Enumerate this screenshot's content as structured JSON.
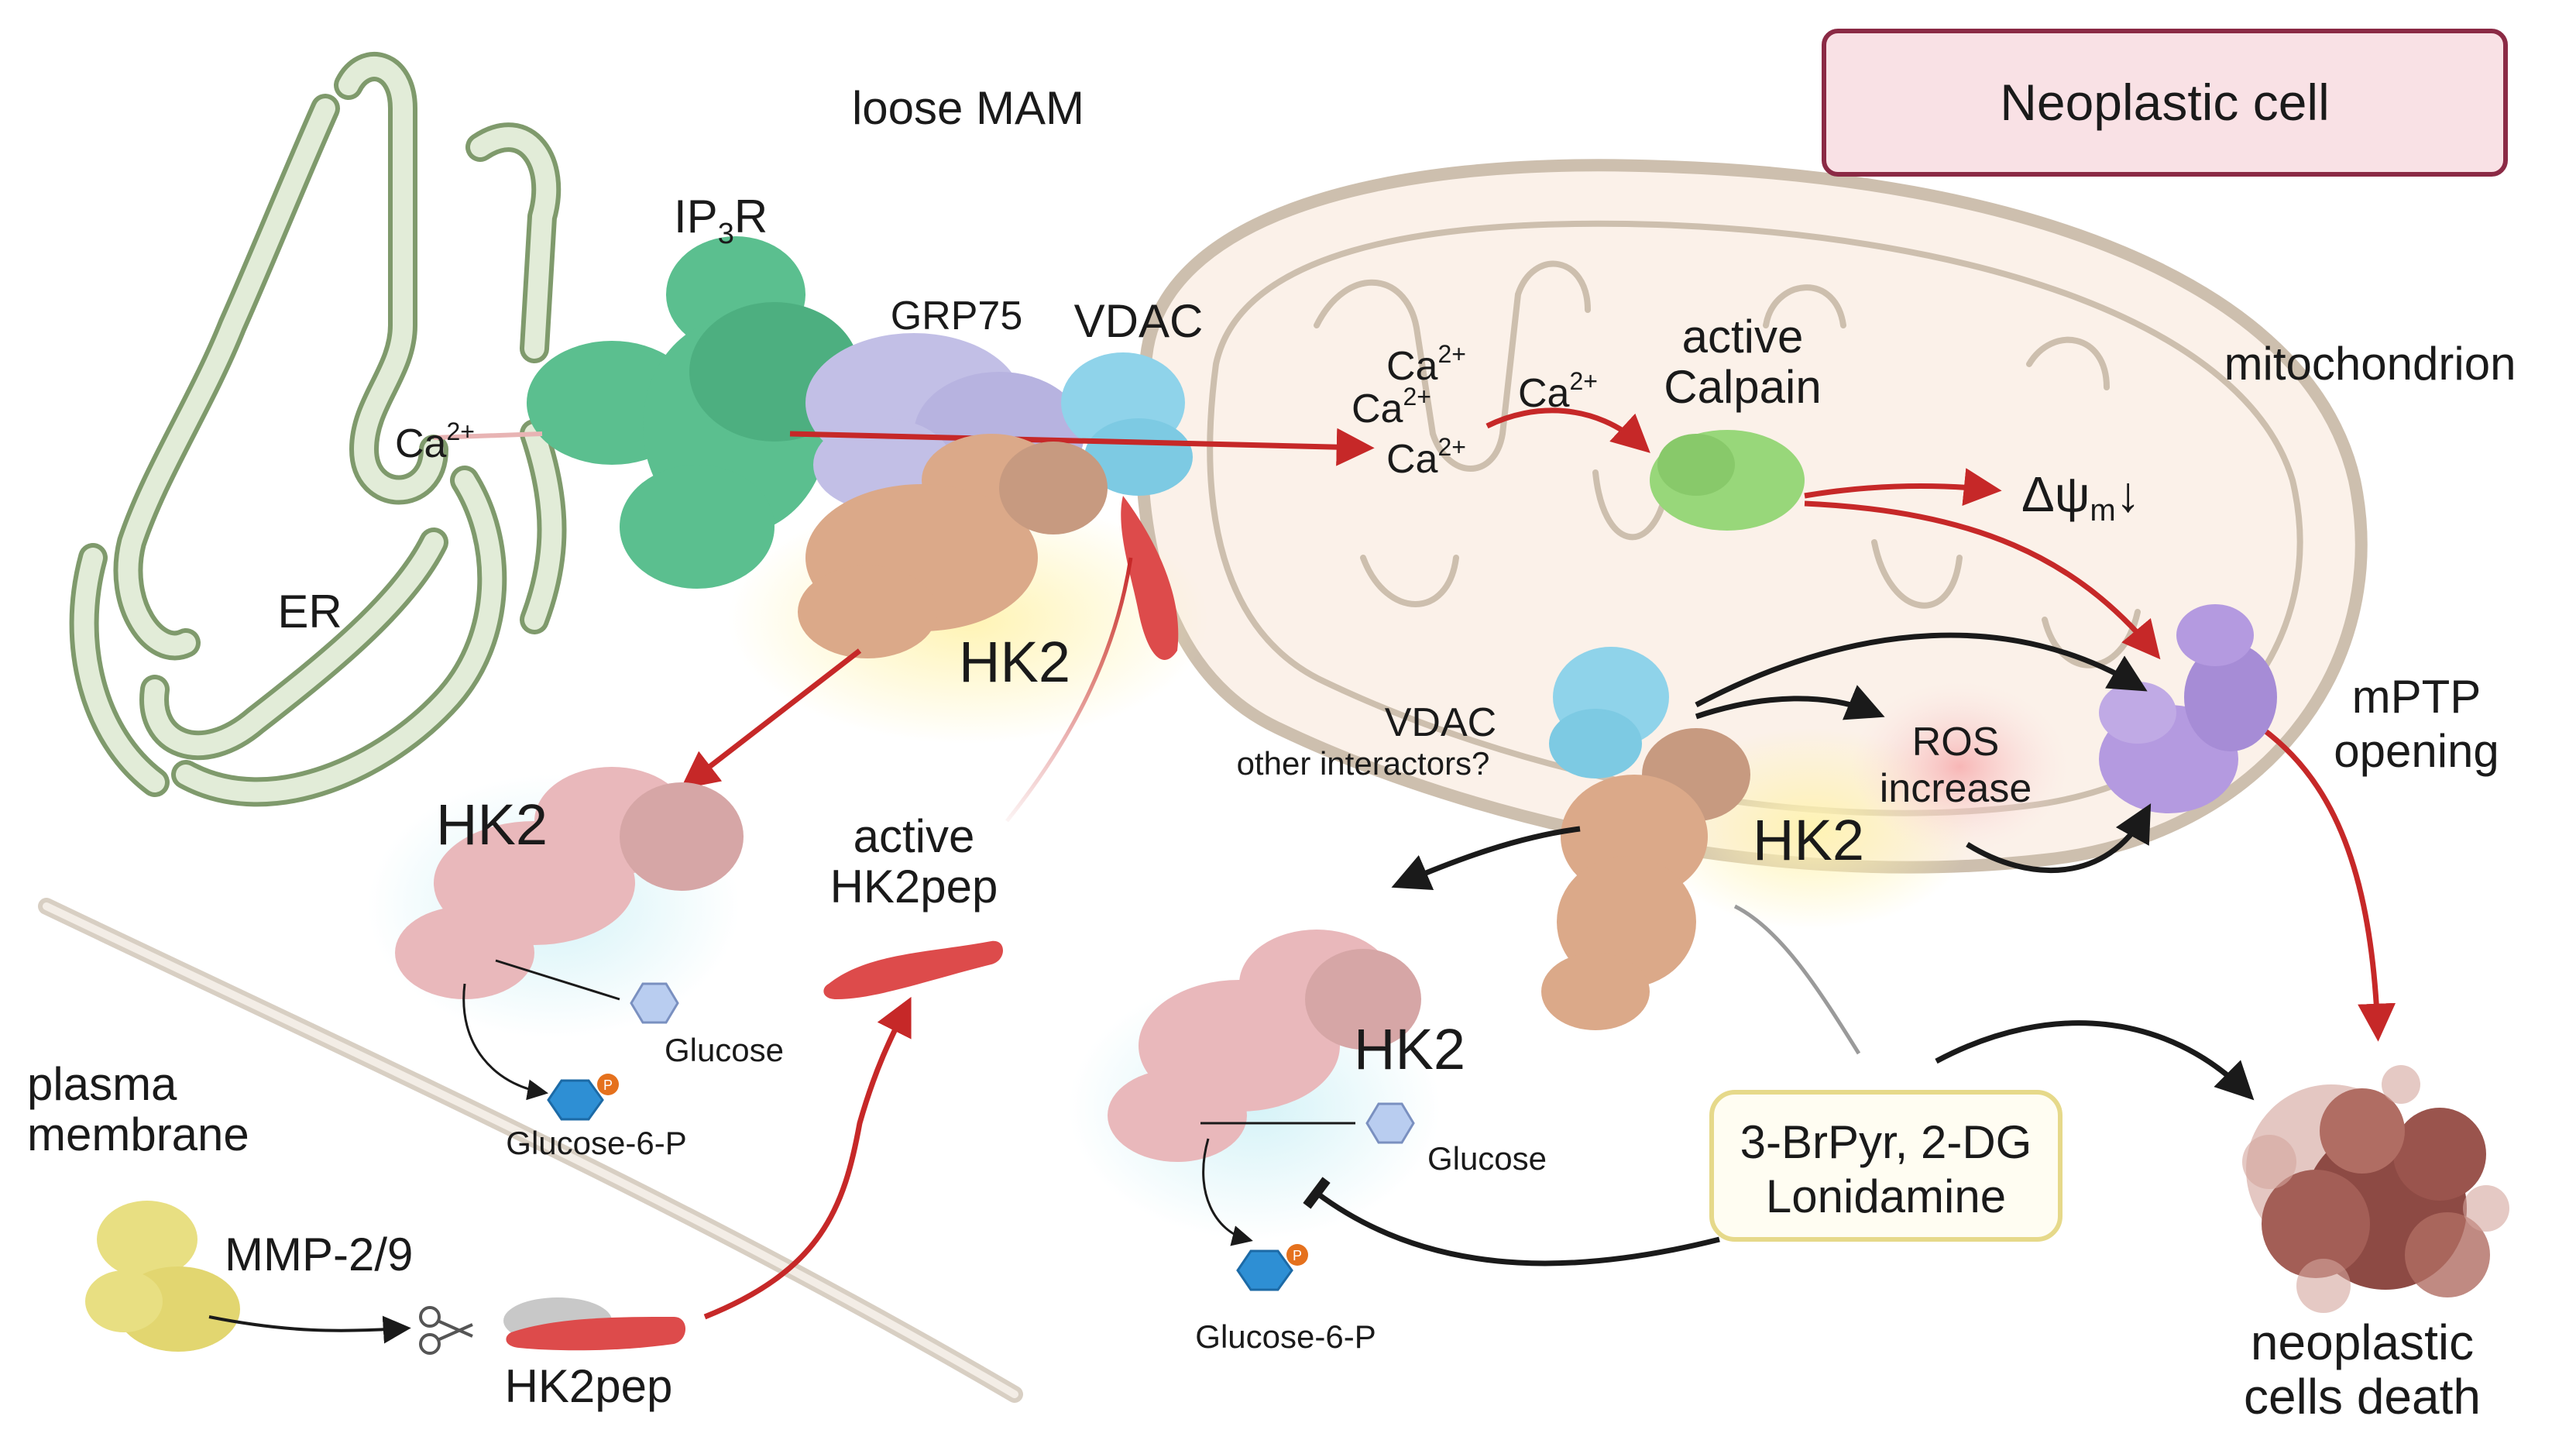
{
  "header_box": {
    "text": "Neoplastic cell"
  },
  "labels": {
    "loose_mam": "loose MAM",
    "ip3r_main": "IP",
    "ip3r_sub": "3",
    "ip3r_tail": "R",
    "grp75": "GRP75",
    "vdac_top": "VDAC",
    "er": "ER",
    "ca_er": "Ca",
    "ca_sup": "2+",
    "ca1": "Ca",
    "ca2": "Ca",
    "ca3": "Ca",
    "ca4": "Ca",
    "active_calpain_1": "active",
    "active_calpain_2": "Calpain",
    "mitochondrion": "mitochondrion",
    "delta_psi": "Δψ",
    "delta_psi_sub": "m",
    "delta_psi_arrow": "↓",
    "hk2_top": "HK2",
    "hk2_left": "HK2",
    "hk2_mid": "HK2",
    "hk2_bottom": "HK2",
    "vdac_mid": "VDAC",
    "other_interactors": "other interactors?",
    "ros_1": "ROS",
    "ros_2": "increase",
    "mptp_1": "mPTP",
    "mptp_2": "opening",
    "glucose_left": "Glucose",
    "g6p_left": "Glucose-6-P",
    "glucose_right": "Glucose",
    "g6p_right": "Glucose-6-P",
    "phospho_1": "P",
    "phospho_2": "P",
    "active_hk2pep_1": "active",
    "active_hk2pep_2": "HK2pep",
    "plasma_1": "plasma",
    "plasma_2": "membrane",
    "mmp": "MMP-2/9",
    "hk2pep": "HK2pep",
    "drugs_1": "3-BrPyr, 2-DG",
    "drugs_2": "Lonidamine",
    "death_1": "neoplastic",
    "death_2": "cells death"
  },
  "colors": {
    "er_fill": "#e2ecd8",
    "er_stroke": "#7f9a6c",
    "mito_fill": "#fbf1e9",
    "mito_stroke": "#cdbfae",
    "ip3r": "#5bbf8f",
    "grp75": "#c2bfe6",
    "vdac": "#8fd3ea",
    "hk2_tan": "#dba989",
    "hk2_pink": "#e9b8bb",
    "calpain": "#98d77a",
    "mptp": "#b49ae0",
    "red_arrow": "#c62828",
    "black_arrow": "#1a1a1a",
    "header_border": "#8b2a45",
    "header_fill": "#f9e1e5",
    "drug_border": "#e6d98a",
    "drug_fill": "#fffdf2",
    "glucose": "#b9cdf0",
    "g6p": "#2e8fd4",
    "phospho": "#e5711d",
    "mmp": "#e8df82",
    "pep": "#dd4b4b",
    "death": "#8d4a44"
  }
}
